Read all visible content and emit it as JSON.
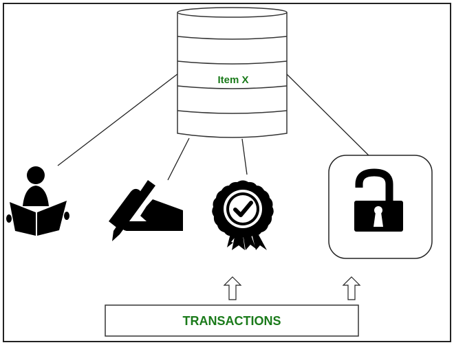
{
  "diagram": {
    "title": "",
    "database": {
      "label": "Item X",
      "icon": "database-cylinder-icon",
      "bands": 5
    },
    "operations": [
      {
        "name": "read",
        "icon": "reader-book-icon"
      },
      {
        "name": "write",
        "icon": "hand-writing-pen-icon"
      },
      {
        "name": "commit",
        "icon": "award-badge-check-icon"
      },
      {
        "name": "unlock",
        "icon": "unlocked-padlock-icon"
      }
    ],
    "transactions": {
      "label": "TRANSACTIONS",
      "arrows": [
        "up-arrow-icon",
        "up-arrow-icon"
      ]
    },
    "colors": {
      "label_green": "#1a7a1a",
      "stroke": "#222222",
      "icon_fill": "#000000",
      "background": "#ffffff"
    }
  }
}
